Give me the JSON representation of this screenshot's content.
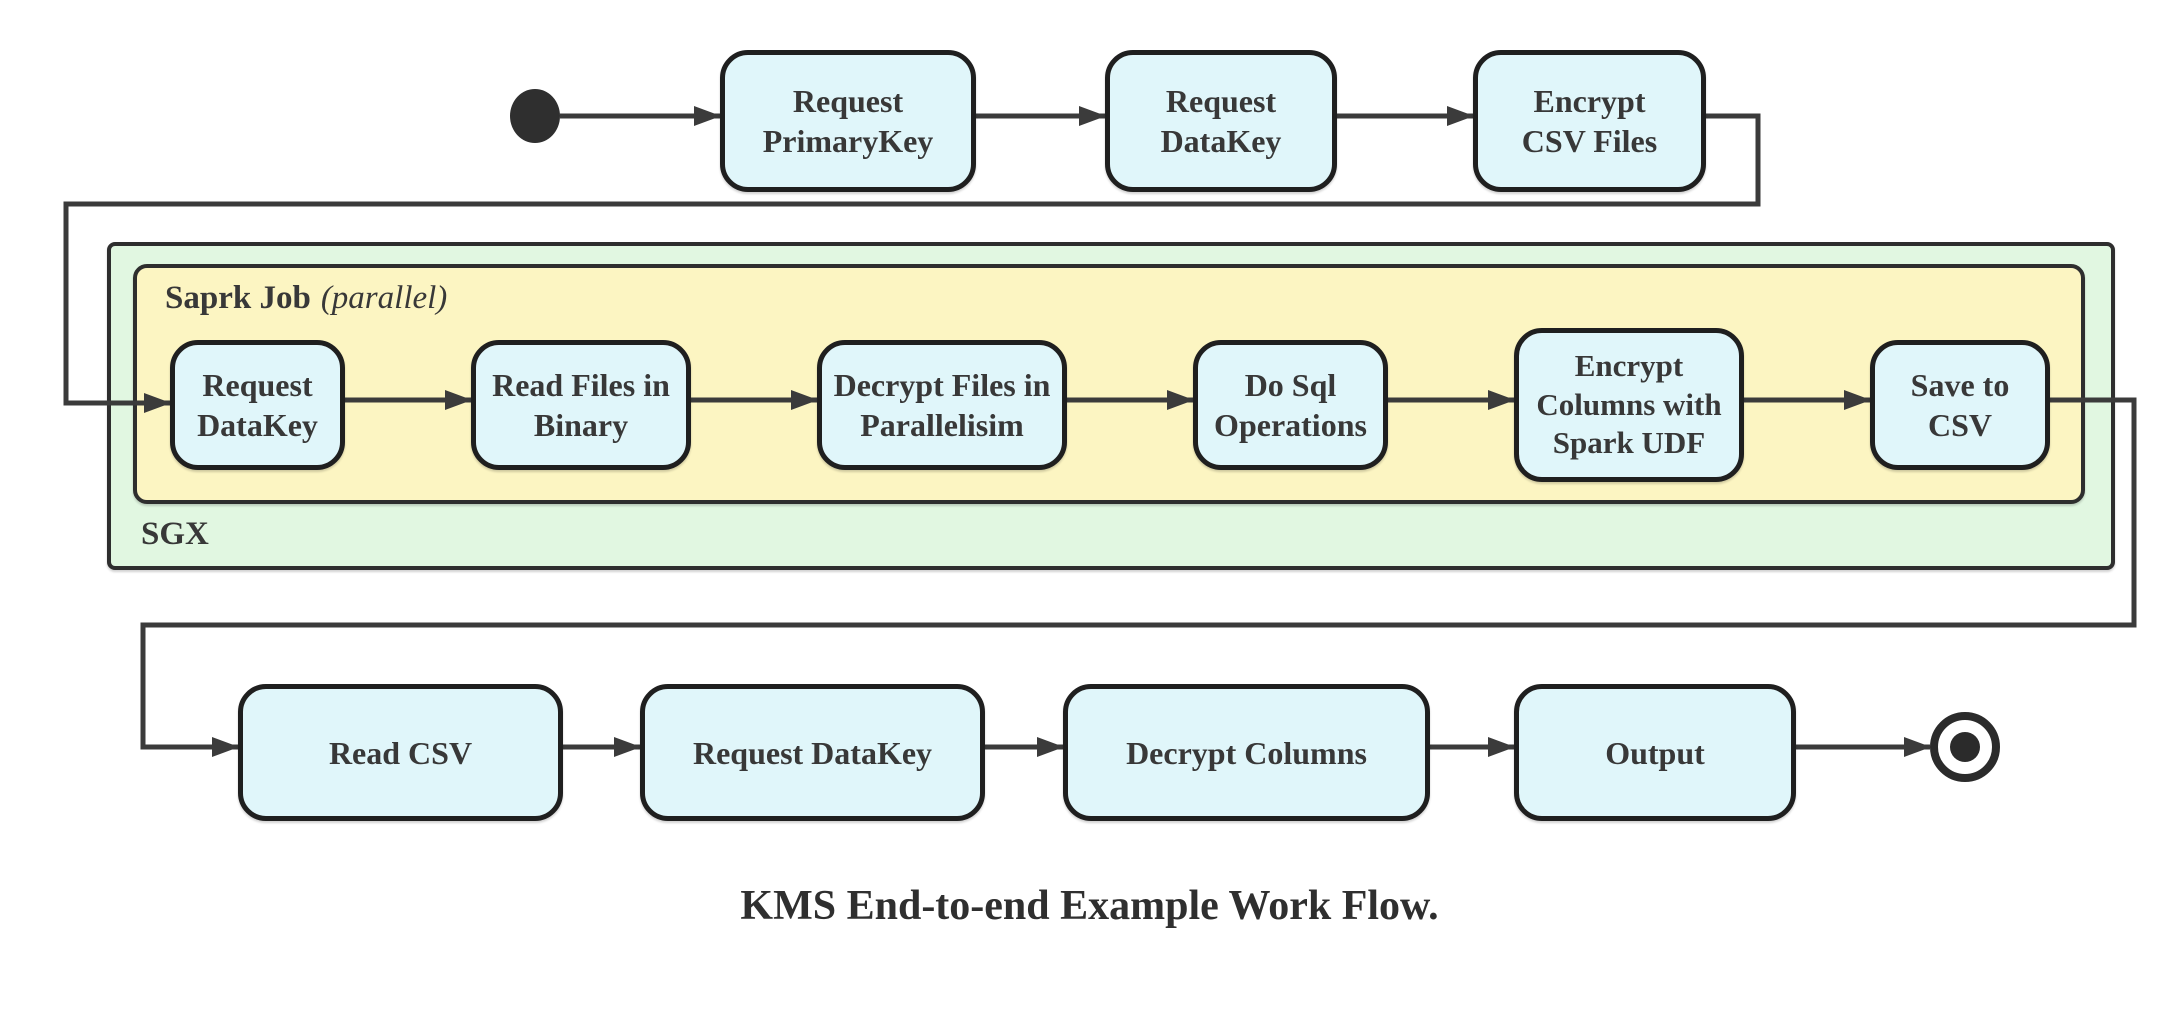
{
  "diagram": {
    "caption": "KMS End-to-end Example Work Flow.",
    "type": "activity-flowchart",
    "colors": {
      "node_fill": "#e0f6fa",
      "node_border": "#1f1f1f",
      "sgx_container_fill": "#e1f7e1",
      "spark_container_fill": "#fcf5c2",
      "connector_line": "#3b3b3b",
      "text": "#383838",
      "background": "#ffffff"
    },
    "start_node": {
      "shape": "filled-circle"
    },
    "end_node": {
      "shape": "ringed-circle"
    },
    "top_row": {
      "nodes": [
        {
          "label": "Request\nPrimaryKey"
        },
        {
          "label": "Request\nDataKey"
        },
        {
          "label": "Encrypt\nCSV Files"
        }
      ]
    },
    "containers": {
      "sgx": {
        "label": "SGX"
      },
      "spark_job": {
        "label": "Saprk Job",
        "qualifier": "(parallel)"
      }
    },
    "spark_row": {
      "nodes": [
        {
          "label": "Request\nDataKey"
        },
        {
          "label": "Read Files in\nBinary"
        },
        {
          "label": "Decrypt Files in\nParallelisim"
        },
        {
          "label": "Do Sql\nOperations"
        },
        {
          "label": "Encrypt\nColumns with\nSpark UDF"
        },
        {
          "label": "Save to CSV"
        }
      ]
    },
    "bottom_row": {
      "nodes": [
        {
          "label": "Read CSV"
        },
        {
          "label": "Request DataKey"
        },
        {
          "label": "Decrypt Columns"
        },
        {
          "label": "Output"
        }
      ]
    },
    "edges": [
      {
        "from": "start",
        "to": "Request PrimaryKey"
      },
      {
        "from": "Request PrimaryKey",
        "to": "Request DataKey"
      },
      {
        "from": "Request DataKey",
        "to": "Encrypt CSV Files"
      },
      {
        "from": "Encrypt CSV Files",
        "to": "Request DataKey (SGX)"
      },
      {
        "from": "Request DataKey (SGX)",
        "to": "Read Files in Binary"
      },
      {
        "from": "Read Files in Binary",
        "to": "Decrypt Files in Parallelisim"
      },
      {
        "from": "Decrypt Files in Parallelisim",
        "to": "Do Sql Operations"
      },
      {
        "from": "Do Sql Operations",
        "to": "Encrypt Columns with Spark UDF"
      },
      {
        "from": "Encrypt Columns with Spark UDF",
        "to": "Save to CSV"
      },
      {
        "from": "Save to CSV",
        "to": "Read CSV"
      },
      {
        "from": "Read CSV",
        "to": "Request DataKey (client)"
      },
      {
        "from": "Request DataKey (client)",
        "to": "Decrypt Columns"
      },
      {
        "from": "Decrypt Columns",
        "to": "Output"
      },
      {
        "from": "Output",
        "to": "end"
      }
    ]
  }
}
